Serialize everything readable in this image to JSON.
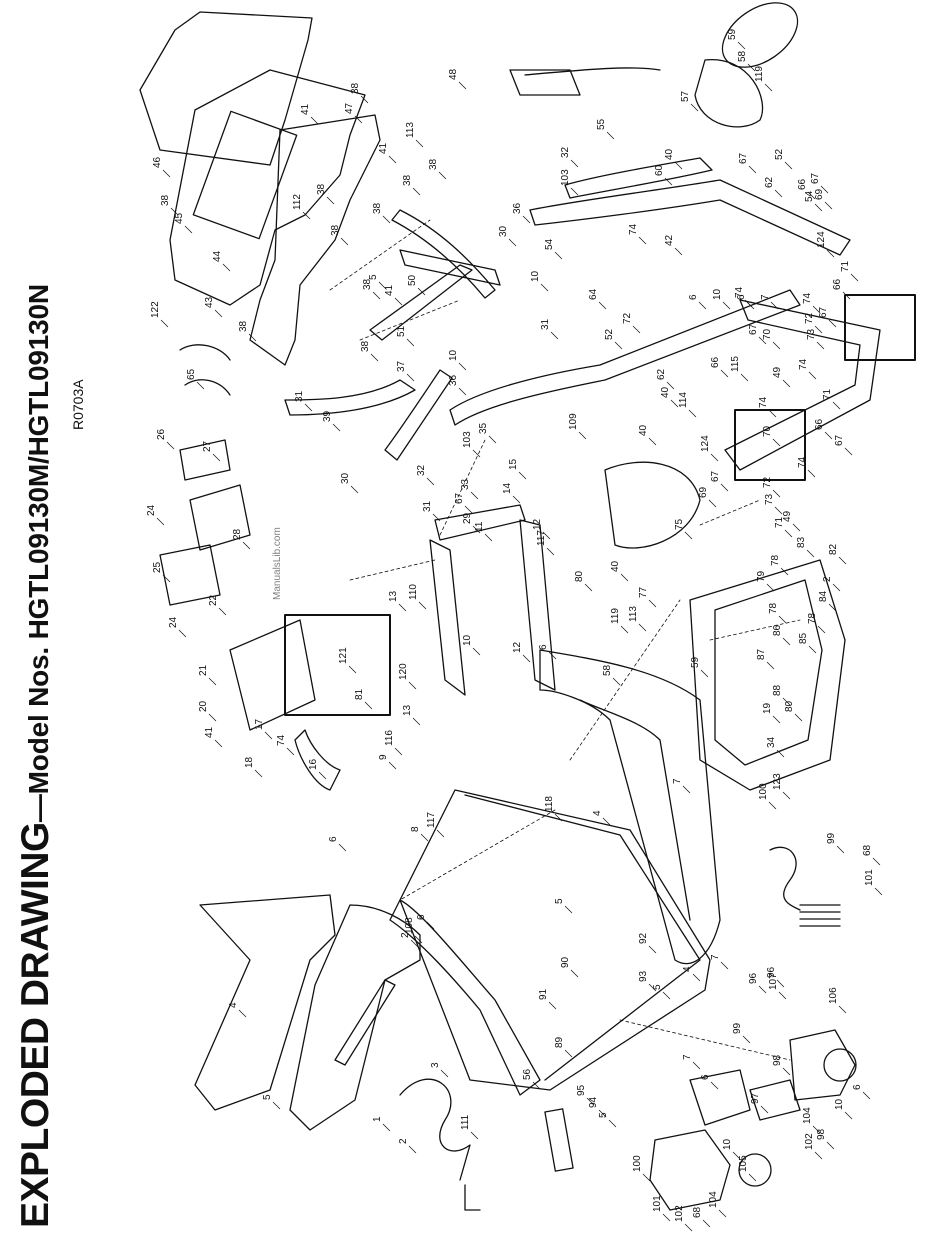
{
  "title": {
    "main": "EXPLODED DRAWING",
    "models": "—Model Nos. HGTL09130M/HGTL09130N",
    "code": "R0703A"
  },
  "watermark": "ManualsLib.com",
  "callouts": [
    {
      "n": "59"
    },
    {
      "n": "58"
    },
    {
      "n": "119"
    },
    {
      "n": "57"
    },
    {
      "n": "40"
    },
    {
      "n": "60"
    },
    {
      "n": "67"
    },
    {
      "n": "52"
    },
    {
      "n": "66"
    },
    {
      "n": "54"
    },
    {
      "n": "67"
    },
    {
      "n": "69"
    },
    {
      "n": "62"
    },
    {
      "n": "124"
    },
    {
      "n": "71"
    },
    {
      "n": "66"
    },
    {
      "n": "67"
    },
    {
      "n": "72"
    },
    {
      "n": "73"
    },
    {
      "n": "74"
    },
    {
      "n": "70"
    },
    {
      "n": "49"
    },
    {
      "n": "74"
    },
    {
      "n": "71"
    },
    {
      "n": "55"
    },
    {
      "n": "32"
    },
    {
      "n": "103"
    },
    {
      "n": "36"
    },
    {
      "n": "30"
    },
    {
      "n": "54"
    },
    {
      "n": "10"
    },
    {
      "n": "31"
    },
    {
      "n": "52"
    },
    {
      "n": "64"
    },
    {
      "n": "72"
    },
    {
      "n": "42"
    },
    {
      "n": "74"
    },
    {
      "n": "74"
    },
    {
      "n": "67"
    },
    {
      "n": "115"
    },
    {
      "n": "62"
    },
    {
      "n": "40"
    },
    {
      "n": "114"
    },
    {
      "n": "66"
    },
    {
      "n": "74"
    },
    {
      "n": "109"
    },
    {
      "n": "124"
    },
    {
      "n": "70"
    },
    {
      "n": "66"
    },
    {
      "n": "74"
    },
    {
      "n": "67"
    },
    {
      "n": "72"
    },
    {
      "n": "73"
    },
    {
      "n": "49"
    },
    {
      "n": "71"
    },
    {
      "n": "69"
    },
    {
      "n": "67"
    },
    {
      "n": "75"
    },
    {
      "n": "40"
    },
    {
      "n": "48"
    },
    {
      "n": "47"
    },
    {
      "n": "38"
    },
    {
      "n": "113"
    },
    {
      "n": "41"
    },
    {
      "n": "41"
    },
    {
      "n": "38"
    },
    {
      "n": "38"
    },
    {
      "n": "38"
    },
    {
      "n": "38"
    },
    {
      "n": "38"
    },
    {
      "n": "112"
    },
    {
      "n": "5"
    },
    {
      "n": "41"
    },
    {
      "n": "50"
    },
    {
      "n": "38"
    },
    {
      "n": "51"
    },
    {
      "n": "38"
    },
    {
      "n": "37"
    },
    {
      "n": "36"
    },
    {
      "n": "10"
    },
    {
      "n": "31"
    },
    {
      "n": "39"
    },
    {
      "n": "30"
    },
    {
      "n": "32"
    },
    {
      "n": "103"
    },
    {
      "n": "35"
    },
    {
      "n": "33"
    },
    {
      "n": "67"
    },
    {
      "n": "15"
    },
    {
      "n": "14"
    },
    {
      "n": "31"
    },
    {
      "n": "46"
    },
    {
      "n": "45"
    },
    {
      "n": "38"
    },
    {
      "n": "44"
    },
    {
      "n": "43"
    },
    {
      "n": "38"
    },
    {
      "n": "122"
    },
    {
      "n": "65"
    },
    {
      "n": "26"
    },
    {
      "n": "27"
    },
    {
      "n": "24"
    },
    {
      "n": "28"
    },
    {
      "n": "25"
    },
    {
      "n": "24"
    },
    {
      "n": "22"
    },
    {
      "n": "21"
    },
    {
      "n": "20"
    },
    {
      "n": "41"
    },
    {
      "n": "18"
    },
    {
      "n": "17"
    },
    {
      "n": "74"
    },
    {
      "n": "16"
    },
    {
      "n": "121"
    },
    {
      "n": "110"
    },
    {
      "n": "13"
    },
    {
      "n": "29"
    },
    {
      "n": "11"
    },
    {
      "n": "12"
    },
    {
      "n": "6"
    },
    {
      "n": "10"
    },
    {
      "n": "12"
    },
    {
      "n": "117"
    },
    {
      "n": "120"
    },
    {
      "n": "13"
    },
    {
      "n": "81"
    },
    {
      "n": "116"
    },
    {
      "n": "9"
    },
    {
      "n": "8"
    },
    {
      "n": "117"
    },
    {
      "n": "6"
    },
    {
      "n": "118"
    },
    {
      "n": "4"
    },
    {
      "n": "5"
    },
    {
      "n": "90"
    },
    {
      "n": "91"
    },
    {
      "n": "92"
    },
    {
      "n": "93"
    },
    {
      "n": "7"
    },
    {
      "n": "6"
    },
    {
      "n": "108"
    },
    {
      "n": "2"
    },
    {
      "n": "4"
    },
    {
      "n": "5"
    },
    {
      "n": "3"
    },
    {
      "n": "1"
    },
    {
      "n": "2"
    },
    {
      "n": "111"
    },
    {
      "n": "56"
    },
    {
      "n": "89"
    },
    {
      "n": "95"
    },
    {
      "n": "94"
    },
    {
      "n": "5"
    },
    {
      "n": "7"
    },
    {
      "n": "6"
    },
    {
      "n": "10"
    },
    {
      "n": "105"
    },
    {
      "n": "104"
    },
    {
      "n": "68"
    },
    {
      "n": "102"
    },
    {
      "n": "101"
    },
    {
      "n": "100"
    },
    {
      "n": "99"
    },
    {
      "n": "98"
    },
    {
      "n": "97"
    },
    {
      "n": "96"
    },
    {
      "n": "96"
    },
    {
      "n": "107"
    },
    {
      "n": "106"
    },
    {
      "n": "6"
    },
    {
      "n": "10"
    },
    {
      "n": "104"
    },
    {
      "n": "98"
    },
    {
      "n": "102"
    },
    {
      "n": "68"
    },
    {
      "n": "101"
    },
    {
      "n": "99"
    },
    {
      "n": "100"
    },
    {
      "n": "123"
    },
    {
      "n": "34"
    },
    {
      "n": "19"
    },
    {
      "n": "88"
    },
    {
      "n": "80"
    },
    {
      "n": "87"
    },
    {
      "n": "86"
    },
    {
      "n": "78"
    },
    {
      "n": "85"
    },
    {
      "n": "78"
    },
    {
      "n": "84"
    },
    {
      "n": "83"
    },
    {
      "n": "82"
    },
    {
      "n": "2"
    },
    {
      "n": "78"
    },
    {
      "n": "79"
    },
    {
      "n": "80"
    },
    {
      "n": "77"
    },
    {
      "n": "40"
    },
    {
      "n": "113"
    },
    {
      "n": "59"
    },
    {
      "n": "119"
    },
    {
      "n": "58"
    },
    {
      "n": "7"
    },
    {
      "n": "4"
    },
    {
      "n": "5"
    },
    {
      "n": "6"
    },
    {
      "n": "10"
    },
    {
      "n": "6"
    },
    {
      "n": "7"
    }
  ]
}
